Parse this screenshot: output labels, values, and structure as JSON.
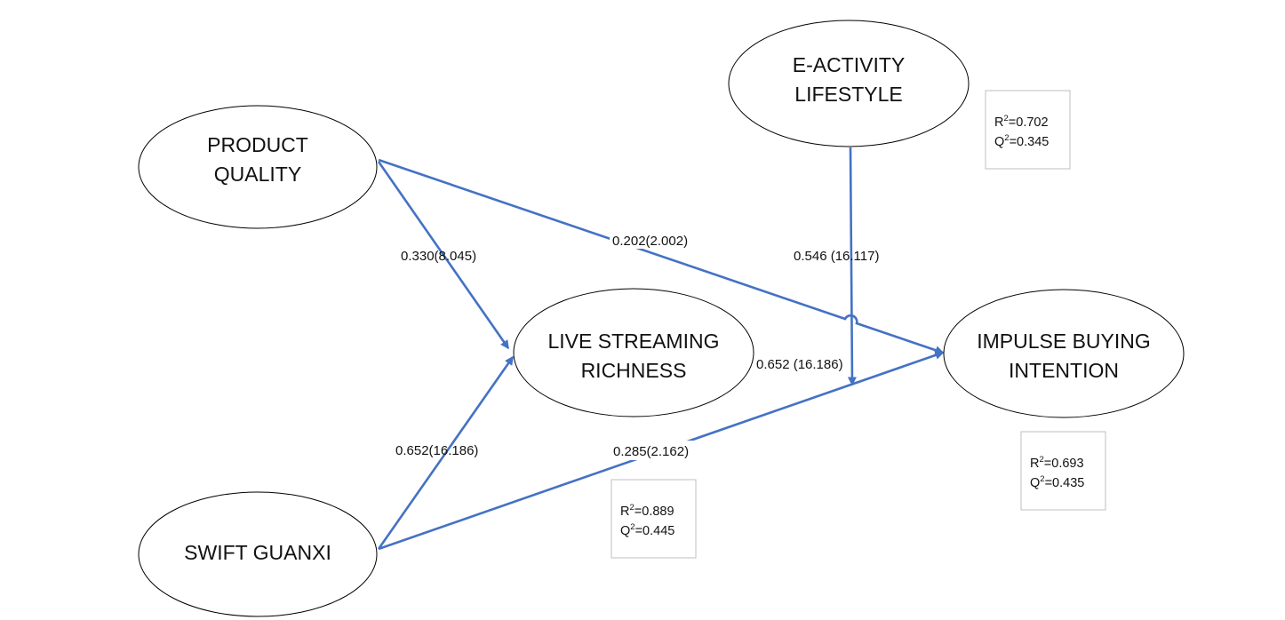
{
  "nodes": {
    "product_quality": {
      "line1": "PRODUCT",
      "line2": "QUALITY"
    },
    "swift_guanxi": {
      "line1": "SWIFT GUANXI"
    },
    "live_streaming_richness": {
      "line1": "LIVE STREAMING",
      "line2": "RICHNESS"
    },
    "e_activity_lifestyle": {
      "line1": "E-ACTIVITY",
      "line2": "LIFESTYLE"
    },
    "impulse_buying_intention": {
      "line1": "IMPULSE BUYING",
      "line2": "INTENTION"
    }
  },
  "paths": {
    "pq_to_lsr": "0.330(8.045)",
    "pq_to_ibi": "0.202(2.002)",
    "sg_to_lsr": "0.652(16.186)",
    "sg_to_ibi": "0.285(2.162)",
    "eal_moderation": "0.546 (16.117)",
    "lsr_to_ibi": "0.652 (16.186)"
  },
  "stats": {
    "e_activity_box": {
      "r2": "=0.702",
      "q2": "=0.345"
    },
    "lsr_box": {
      "r2": "=0.889",
      "q2": "=0.445"
    },
    "ibi_box": {
      "r2": "=0.693",
      "q2": "=0.435"
    },
    "r_letter": "R",
    "q_letter": "Q",
    "sup": "2"
  },
  "colors": {
    "arrow": "#4472c4",
    "ellipse_stroke": "#000000",
    "box_stroke": "#bfbfbf"
  }
}
